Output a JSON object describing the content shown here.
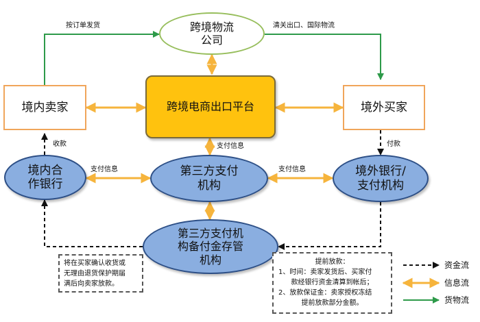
{
  "nodes": {
    "logistics": [
      "跨境物流",
      "公司"
    ],
    "domestic_seller": "境内卖家",
    "platform": "跨境电商出口平台",
    "foreign_buyer": "境外买家",
    "domestic_bank": [
      "境内合",
      "作银行"
    ],
    "third_party_payment": [
      "第三方支付",
      "机构"
    ],
    "foreign_bank": [
      "境外银行/",
      "支付机构"
    ],
    "escrow": [
      "第三方支付机",
      "构备付金存管",
      "机构"
    ]
  },
  "edge_labels": {
    "order_ship": "按订单发货",
    "customs_intl": "清关出口、国际物流",
    "payment_info_top": "支付信息",
    "collect_payment": "收款",
    "pay": "付款",
    "payment_info_left": "支付信息",
    "payment_info_right": "支付信息"
  },
  "notes": {
    "release_on_confirm": [
      "将在买家确认收货或",
      "无理由退货保护期届",
      "满后向卖家放款。"
    ],
    "early_release": [
      "提前放款：",
      "1、时间：卖家发货后、买家付",
      "款经银行资金清算到帐后；",
      "2、放款保证金：卖家授权冻结",
      "提前放款部分金额。"
    ]
  },
  "legend": {
    "funds": "资金流",
    "info": "信息流",
    "goods": "货物流"
  },
  "colors": {
    "funds": "#111111",
    "info": "#f6b43c",
    "goods": "#2d9a49",
    "platform": "#ffc20e",
    "payment_nodes": "#8aaee0"
  }
}
